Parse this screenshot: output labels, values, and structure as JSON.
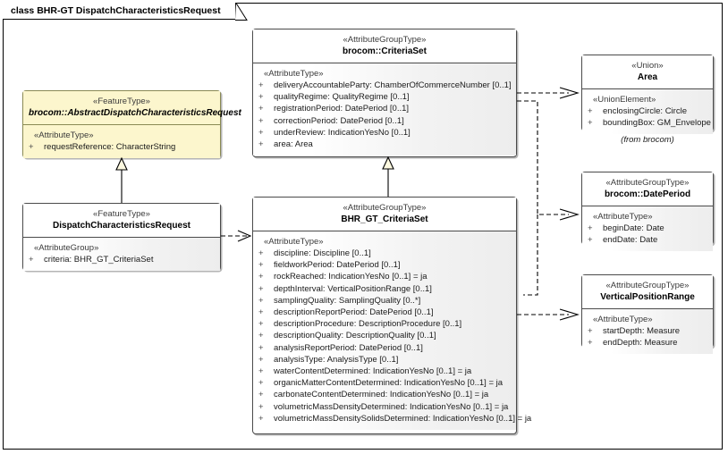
{
  "diagram": {
    "tab_label": "class BHR-GT DispatchCharacteristicsRequest",
    "colors": {
      "frame_border": "#000000",
      "box_border": "#4a4a4a",
      "box_fill": "#ffffff",
      "box_body_fill": "#f0f0f0",
      "highlight_fill": "#fcf6cd",
      "highlight_border": "#8a8a54",
      "line": "#000000"
    }
  },
  "classes": {
    "criteria_set": {
      "stereotype": "«AttributeGroupType»",
      "name": "brocom::CriteriaSet",
      "group_stereotype": "«AttributeType»",
      "attributes": [
        {
          "visibility": "+",
          "text": "deliveryAccountableParty: ChamberOfCommerceNumber [0..1]"
        },
        {
          "visibility": "+",
          "text": "qualityRegime: QualityRegime [0..1]"
        },
        {
          "visibility": "+",
          "text": "registrationPeriod: DatePeriod [0..1]"
        },
        {
          "visibility": "+",
          "text": "correctionPeriod: DatePeriod [0..1]"
        },
        {
          "visibility": "+",
          "text": "underReview: IndicationYesNo [0..1]"
        },
        {
          "visibility": "+",
          "text": "area: Area"
        }
      ]
    },
    "abstract_request": {
      "stereotype": "«FeatureType»",
      "name": "brocom::AbstractDispatchCharacteristicsRequest",
      "group_stereotype": "«AttributeType»",
      "attributes": [
        {
          "visibility": "+",
          "text": "requestReference: CharacterString"
        }
      ]
    },
    "dispatch_request": {
      "stereotype": "«FeatureType»",
      "name": "DispatchCharacteristicsRequest",
      "group_stereotype": "«AttributeGroup»",
      "attributes": [
        {
          "visibility": "+",
          "text": "criteria: BHR_GT_CriteriaSet"
        }
      ]
    },
    "bhr_gt_criteria_set": {
      "stereotype": "«AttributeGroupType»",
      "name": "BHR_GT_CriteriaSet",
      "group_stereotype": "«AttributeType»",
      "attributes": [
        {
          "visibility": "+",
          "text": "discipline: Discipline [0..1]"
        },
        {
          "visibility": "+",
          "text": "fieldworkPeriod: DatePeriod [0..1]"
        },
        {
          "visibility": "+",
          "text": "rockReached: IndicationYesNo [0..1] = ja"
        },
        {
          "visibility": "+",
          "text": "depthInterval: VerticalPositionRange [0..1]"
        },
        {
          "visibility": "+",
          "text": "samplingQuality: SamplingQuality [0..*]"
        },
        {
          "visibility": "+",
          "text": "descriptionReportPeriod: DatePeriod [0..1]"
        },
        {
          "visibility": "+",
          "text": "descriptionProcedure: DescriptionProcedure [0..1]"
        },
        {
          "visibility": "+",
          "text": "descriptionQuality: DescriptionQuality [0..1]"
        },
        {
          "visibility": "+",
          "text": "analysisReportPeriod: DatePeriod [0..1]"
        },
        {
          "visibility": "+",
          "text": "analysisType: AnalysisType [0..1]"
        },
        {
          "visibility": "+",
          "text": "waterContentDetermined: IndicationYesNo [0..1] = ja"
        },
        {
          "visibility": "+",
          "text": "organicMatterContentDetermined: IndicationYesNo [0..1] = ja"
        },
        {
          "visibility": "+",
          "text": "carbonateContentDetermined: IndicationYesNo [0..1] = ja"
        },
        {
          "visibility": "+",
          "text": "volumetricMassDensityDetermined: IndicationYesNo [0..1] = ja"
        },
        {
          "visibility": "+",
          "text": "volumetricMassDensitySolidsDetermined: IndicationYesNo [0..1] = ja"
        }
      ]
    },
    "area": {
      "stereotype": "«Union»",
      "name": "Area",
      "group_stereotype": "«UnionElement»",
      "attributes": [
        {
          "visibility": "+",
          "text": "enclosingCircle: Circle"
        },
        {
          "visibility": "+",
          "text": "boundingBox: GM_Envelope"
        }
      ],
      "caption": "(from brocom)"
    },
    "date_period": {
      "stereotype": "«AttributeGroupType»",
      "name": "brocom::DatePeriod",
      "group_stereotype": "«AttributeType»",
      "attributes": [
        {
          "visibility": "+",
          "text": "beginDate: Date"
        },
        {
          "visibility": "+",
          "text": "endDate: Date"
        }
      ]
    },
    "vertical_position_range": {
      "stereotype": "«AttributeGroupType»",
      "name": "VerticalPositionRange",
      "group_stereotype": "«AttributeType»",
      "attributes": [
        {
          "visibility": "+",
          "text": "startDepth: Measure"
        },
        {
          "visibility": "+",
          "text": "endDepth: Measure"
        }
      ]
    }
  },
  "connectors": [
    {
      "kind": "generalization",
      "from": "dispatch_request",
      "to": "abstract_request"
    },
    {
      "kind": "generalization",
      "from": "bhr_gt_criteria_set",
      "to": "criteria_set"
    },
    {
      "kind": "dependency",
      "from": "dispatch_request",
      "to": "bhr_gt_criteria_set"
    },
    {
      "kind": "dependency",
      "from": "criteria_set",
      "to": "area"
    },
    {
      "kind": "dependency",
      "from": "criteria_set",
      "to": "date_period"
    },
    {
      "kind": "dependency",
      "from": "bhr_gt_criteria_set",
      "to": "vertical_position_range"
    }
  ]
}
